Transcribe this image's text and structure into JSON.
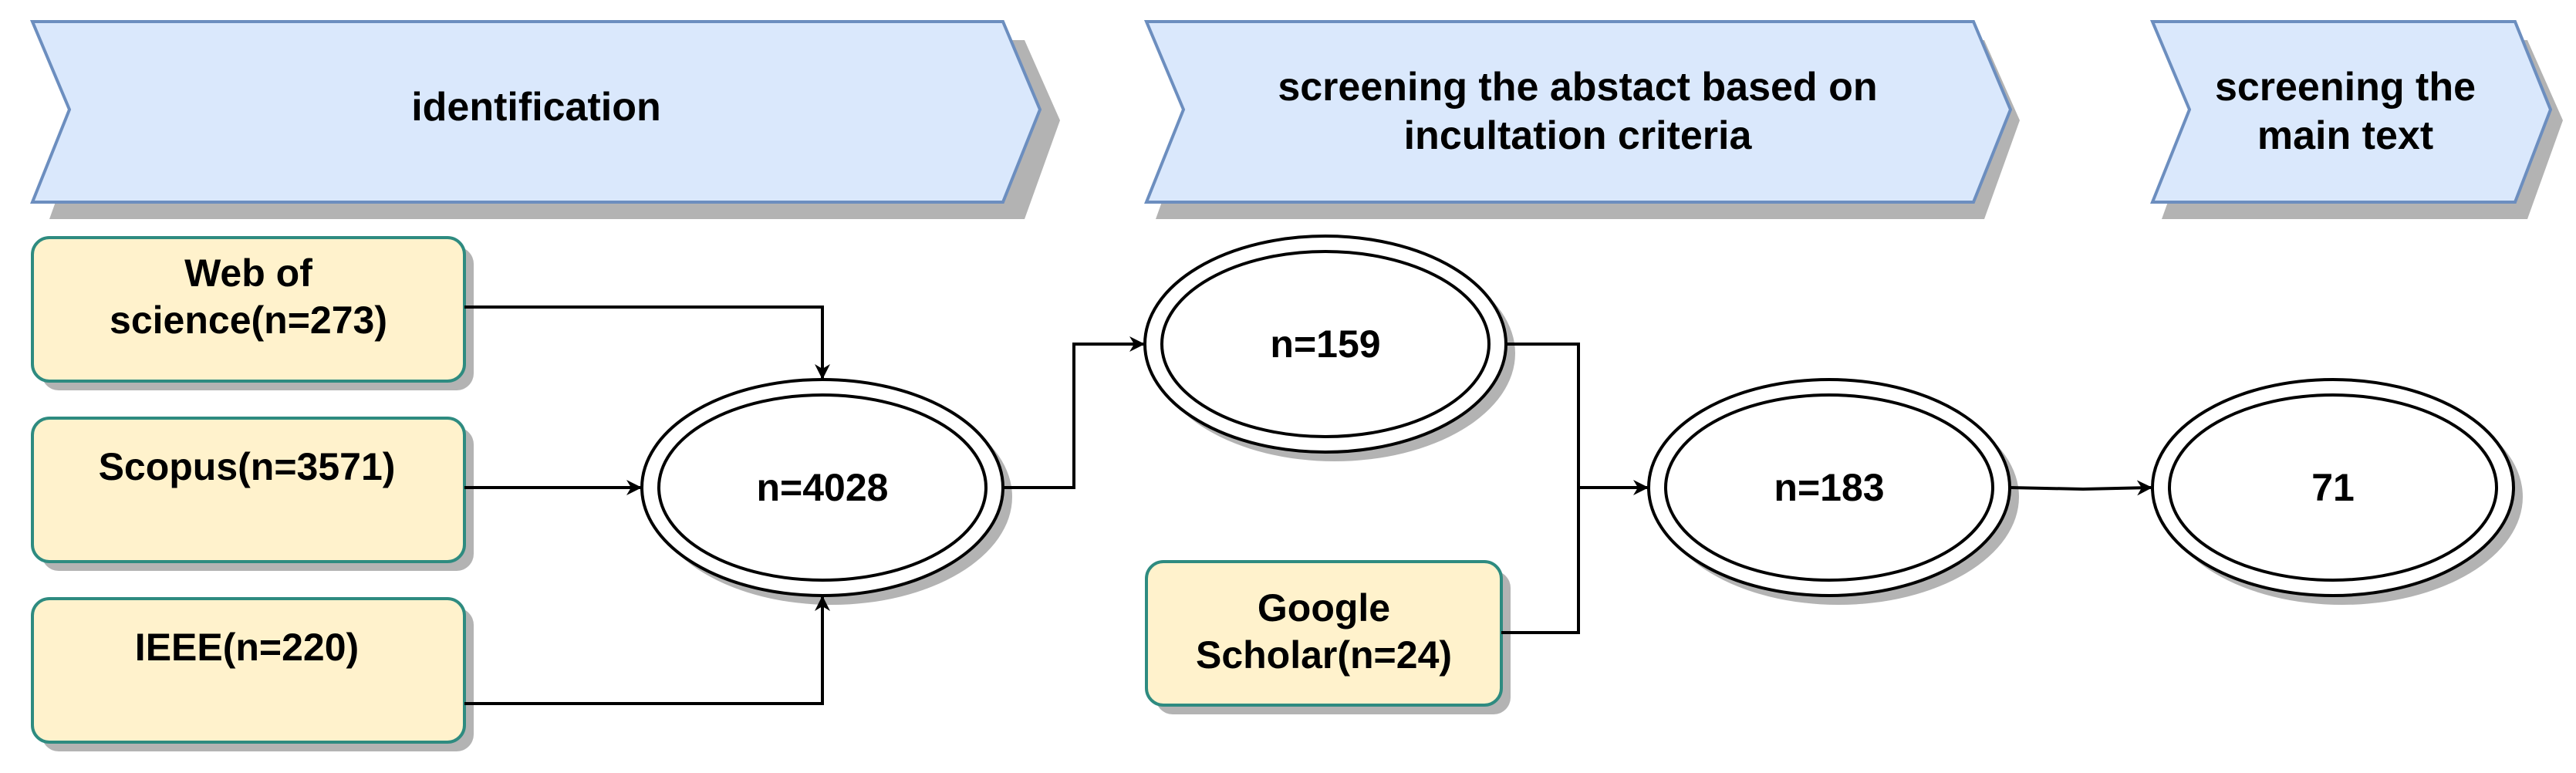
{
  "headers": [
    {
      "text": "identification"
    },
    {
      "text": "screening  the abstact based on incultation criteria"
    },
    {
      "text": "screening the main text"
    }
  ],
  "sources": [
    {
      "text": "Web of science(n=273)"
    },
    {
      "text": "Scopus(n=3571)"
    },
    {
      "text": "IEEE(n=220)"
    },
    {
      "text": "Google Scholar(n=24)"
    }
  ],
  "counts": [
    {
      "text": "n=4028"
    },
    {
      "text": "n=159"
    },
    {
      "text": "n=183"
    },
    {
      "text": "71"
    }
  ],
  "colors": {
    "header_fill": "#dae8fc",
    "header_stroke": "#6c8ebf",
    "source_fill": "#fff2cc",
    "source_stroke": "#2e8b80",
    "ellipse_fill": "#ffffff",
    "line": "#000000",
    "shadow": "#b3b3b3"
  }
}
